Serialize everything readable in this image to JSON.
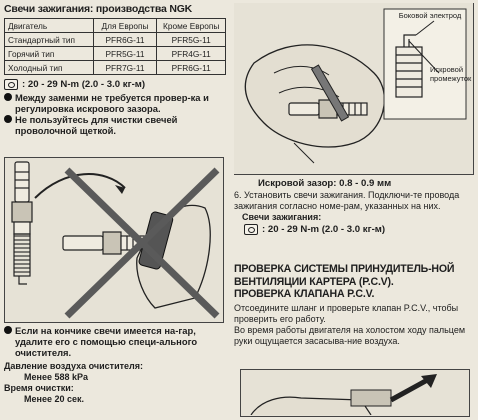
{
  "left": {
    "title": "Свечи зажигания: производства NGK",
    "table": {
      "headers": [
        "Двигатель",
        "Для Европы",
        "Кроме Европы"
      ],
      "rows": [
        [
          "Стандартный тип",
          "PFR6G-11",
          "PFR5G-11"
        ],
        [
          "Горячий тип",
          "PFR5G-11",
          "PFR4G-11"
        ],
        [
          "Холодный тип",
          "PFR7G-11",
          "PFR6G-11"
        ]
      ]
    },
    "torque": ": 20 - 29 N-m (2.0 - 3.0 кг-м)",
    "bullet1": "Между заменми не требуется провер-ка и регулировка искрового зазора.",
    "bullet2": "Не пользуйтесь для чистки свечей проволочной щеткой.",
    "bullet3": "Если на кончике свечи имеется на-гар, удалите его с помощью специ-ального очистителя.",
    "pressure_label": "Давление воздуха очистителя:",
    "pressure_value": "Менее 588 kPa",
    "time_label": "Время очистки:",
    "time_value": "Менее 20 сек."
  },
  "right": {
    "callout_side": "Боковой электрод",
    "callout_gap": "Искровой промежуток",
    "gap_text": "Искровой зазор: 0.8 - 0.9 мм",
    "step6": "6. Установить свечи зажигания. Подключи-те провода зажигания согласно номе-рам, указанных на них.",
    "plugs_label": "Свечи зажигания:",
    "torque": ": 20 - 29 N-m (2.0 - 3.0 кг-м)",
    "heading1": "ПРОВЕРКА СИСТЕМЫ ПРИНУДИТЕЛЬ-НОЙ ВЕНТИЛЯЦИИ КАРТЕРА (P.C.V).",
    "heading2": "ПРОВЕРКА КЛАПАНА P.C.V.",
    "para1": "Отсоедините шланг и проверьте клапан P.C.V., чтобы проверить его работу.",
    "para2": "Во время работы двигателя на холостом ходу пальцем руки ощущается засасыва-ние воздуха."
  }
}
